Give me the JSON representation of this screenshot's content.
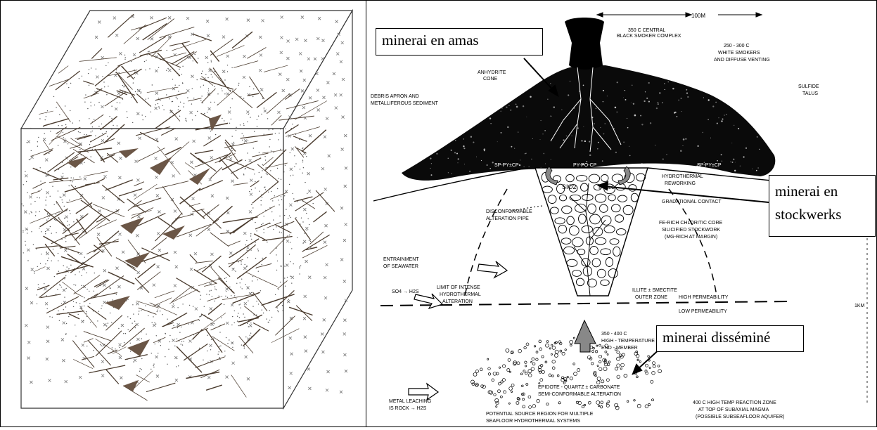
{
  "figure": {
    "left_panel": {
      "description_icon": "fracture-network-block-diagram"
    },
    "right_panel": {
      "scale_bar": "100M",
      "depth_scale": "1KM",
      "callouts": {
        "amas": "minerai en amas",
        "stockwerks": "minerai en stockwerks",
        "dissemine": "minerai disséminé"
      },
      "labels": {
        "central_smoker": "350 C CENTRAL",
        "central_smoker_2": "BLACK SMOKER COMPLEX",
        "white_smokers": "250 - 300 C",
        "white_smokers_2": "WHITE SMOKERS",
        "white_smokers_3": "AND DIFFUSE VENTING",
        "anhydrite": "ANHYDRITE",
        "anhydrite_2": "CONE",
        "debris": "DEBRIS APRON AND",
        "debris_2": "METALLIFEROUS SEDIMENT",
        "sulfide": "SULFIDE",
        "sulfide_2": "TALUS",
        "sp_left": "SP-PY±CP",
        "py_center": "PY-PO-CP",
        "sp_right": "SP-PY±CP",
        "hydro_rework": "HYDROTHERMAL",
        "hydro_rework_2": "REWORKING",
        "sio2": "SIO2",
        "talc": "± TALC",
        "gradational": "GRADATIONAL CONTACT",
        "disconf": "DISCONFORMABLE",
        "disconf_2": "ALTERATION PIPE",
        "fe_rich": "FE-RICH CHLORITIC CORE",
        "fe_rich_2": "SILICIFIED STOCKWORK",
        "fe_rich_3": "(MG-RICH AT MARGIN)",
        "entrain": "ENTRAINMENT",
        "entrain_2": "OF SEAWATER",
        "so4": "SO4 → H2S",
        "limit": "LIMIT OF INTENSE",
        "limit_2": "HYDROTHERMAL",
        "limit_3": "ALTERATION",
        "illite": "ILLITE ± SMECTITE",
        "illite_2": "OUTER ZONE",
        "high_perm": "HIGH PERMEABILITY",
        "low_perm": "LOW PERMEABILITY",
        "endmember": "350 - 400 C",
        "endmember_2": "HIGH - TEMPERATURE",
        "endmember_3": "END - MEMBER",
        "epidote": "EPIDOTE - QUARTZ ± CARBONATE",
        "epidote_2": "SEMI-CONFORMABLE ALTERATION",
        "metal": "METAL LEACHING",
        "metal_2": "IS ROCK → H2S",
        "reaction": "400 C HIGH TEMP REACTION ZONE",
        "reaction_2": "AT TOP OF SUBAXIAL MAGMA",
        "reaction_3": "(POSSIBLE SUBSEAFLOOR AQUIFER)",
        "source": "POTENTIAL SOURCE REGION FOR MULTIPLE",
        "source_2": "SEAFLOOR HYDROTHERMAL SYSTEMS"
      }
    }
  }
}
